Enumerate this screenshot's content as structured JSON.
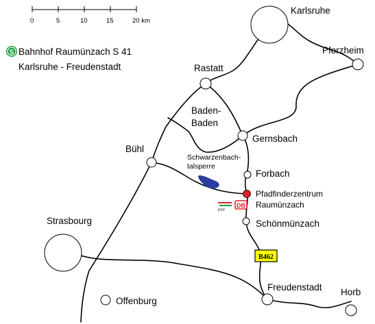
{
  "title": {
    "s_symbol": "S",
    "line1": "Bahnhof Raumünzach S 41",
    "line2": "Karlsruhe - Freudenstadt"
  },
  "scale": {
    "ticks": [
      "0",
      "5",
      "10",
      "15",
      "20 km"
    ]
  },
  "places": {
    "karlsruhe": "Karlsruhe",
    "pforzheim": "Pforzheim",
    "rastatt": "Rastatt",
    "baden_baden_1": "Baden-",
    "baden_baden_2": "Baden",
    "gernsbach": "Gernsbach",
    "buehl": "Bühl",
    "schwarzenbach_1": "Schwarzenbach-",
    "schwarzenbach_2": "talsperre",
    "forbach": "Forbach",
    "pfadfinder_1": "Pfadfinderzentrum",
    "pfadfinder_2": "Raumünzach",
    "schoenmuenzach": "Schönmünzach",
    "strasbourg": "Strasbourg",
    "freudenstadt": "Freudenstadt",
    "offenburg": "Offenburg",
    "horb": "Horb"
  },
  "road_sign": "B462",
  "logos": {
    "db": "DB",
    "kvv": "KVV"
  },
  "colors": {
    "lake": "#2b3d9e",
    "marker": "#e41e26",
    "road_sign_bg": "#ffff00",
    "db_red": "#e41e26",
    "s_green": "#1a9a3e"
  }
}
